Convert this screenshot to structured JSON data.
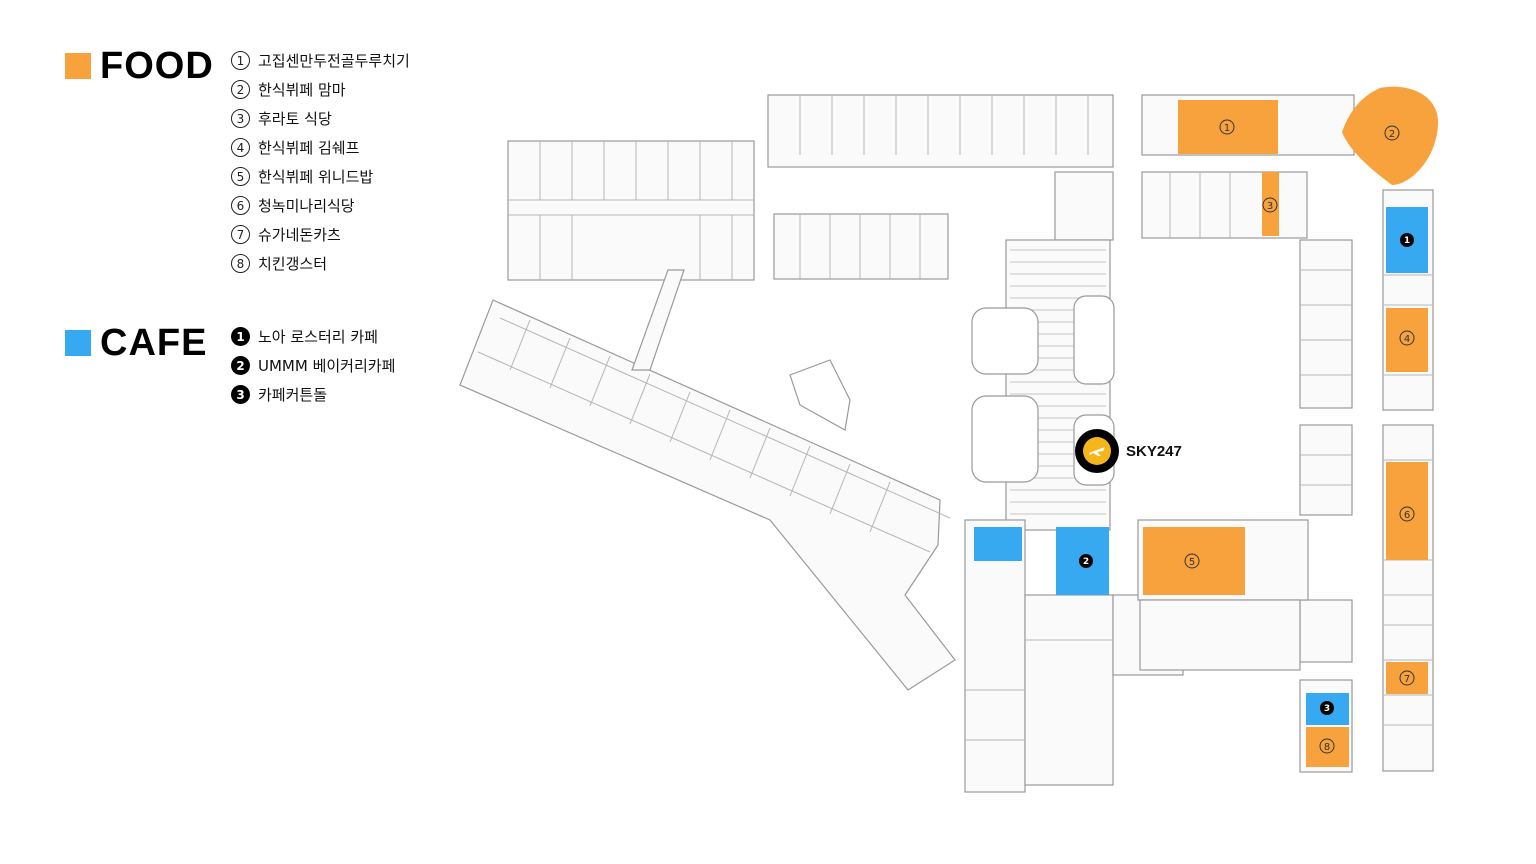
{
  "legend": {
    "food": {
      "title": "FOOD",
      "color": "#F7A23D",
      "items": [
        {
          "num": "1",
          "label": "고집센만두전골두루치기"
        },
        {
          "num": "2",
          "label": "한식뷔페 맘마"
        },
        {
          "num": "3",
          "label": "후라토 식당"
        },
        {
          "num": "4",
          "label": "한식뷔페 김쉐프"
        },
        {
          "num": "5",
          "label": "한식뷔페 위니드밥"
        },
        {
          "num": "6",
          "label": "청녹미나리식당"
        },
        {
          "num": "7",
          "label": "슈가네돈카츠"
        },
        {
          "num": "8",
          "label": "치킨갱스터"
        }
      ]
    },
    "cafe": {
      "title": "CAFE",
      "color": "#36A9F0",
      "items": [
        {
          "num": "1",
          "label": "노아 로스터리 카페"
        },
        {
          "num": "2",
          "label": "UMMM 베이커리카페"
        },
        {
          "num": "3",
          "label": "카페커튼돌"
        }
      ]
    }
  },
  "map": {
    "landmark": {
      "label": "SKY247",
      "icon": "plane-icon",
      "color": "#F5B51B"
    },
    "food_spots": [
      {
        "num": "1"
      },
      {
        "num": "2"
      },
      {
        "num": "3"
      },
      {
        "num": "4"
      },
      {
        "num": "5"
      },
      {
        "num": "6"
      },
      {
        "num": "7"
      },
      {
        "num": "8"
      }
    ],
    "cafe_spots": [
      {
        "num": "1"
      },
      {
        "num": "2"
      },
      {
        "num": "3"
      },
      {
        "num": ""
      }
    ]
  }
}
